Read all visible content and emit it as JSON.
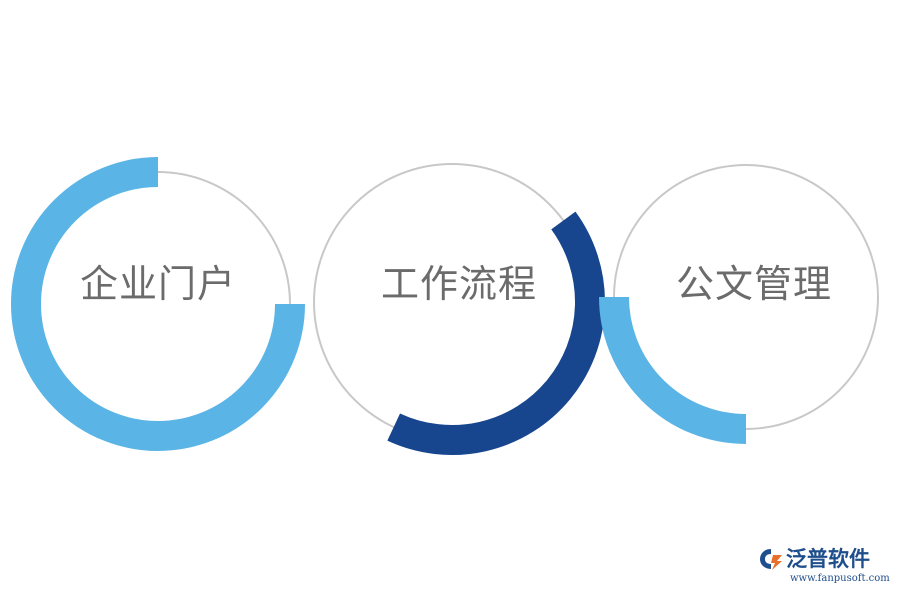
{
  "diagram": {
    "items": [
      {
        "label": "企业门户",
        "progress": 0.75,
        "ring_color": "#5ab4e5"
      },
      {
        "label": "工作流程",
        "progress": 0.42,
        "ring_color": "#17468e"
      },
      {
        "label": "公文管理",
        "progress": 0.25,
        "ring_color": "#5ab4e5"
      }
    ],
    "track_color": "#c8c8c8"
  },
  "logo": {
    "name": "泛普软件",
    "url": "www.fanpusoft.com",
    "brand_color": "#1f4e8c",
    "icon": "fanpu-logo-icon"
  }
}
